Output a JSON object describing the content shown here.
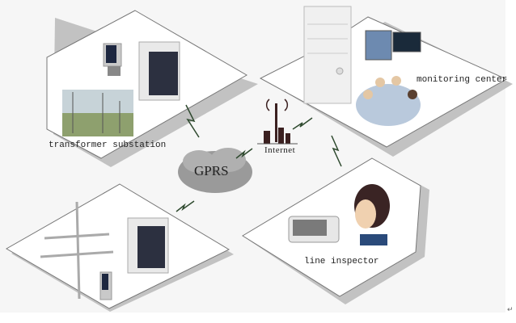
{
  "nodes": {
    "substation": {
      "label": "transformer substation"
    },
    "monitoring": {
      "label": "monitoring center"
    },
    "field": {
      "label": ""
    },
    "inspector": {
      "label": "line inspector"
    }
  },
  "hub": {
    "label": "GPRS"
  },
  "internet": {
    "label": "Internet"
  },
  "paragraph_mark": "↵",
  "colors": {
    "panel_stroke": "#777777",
    "panel_shadow": "#bbbbbb",
    "bolt": "#2f4a2f",
    "background": "#f6f6f6"
  }
}
